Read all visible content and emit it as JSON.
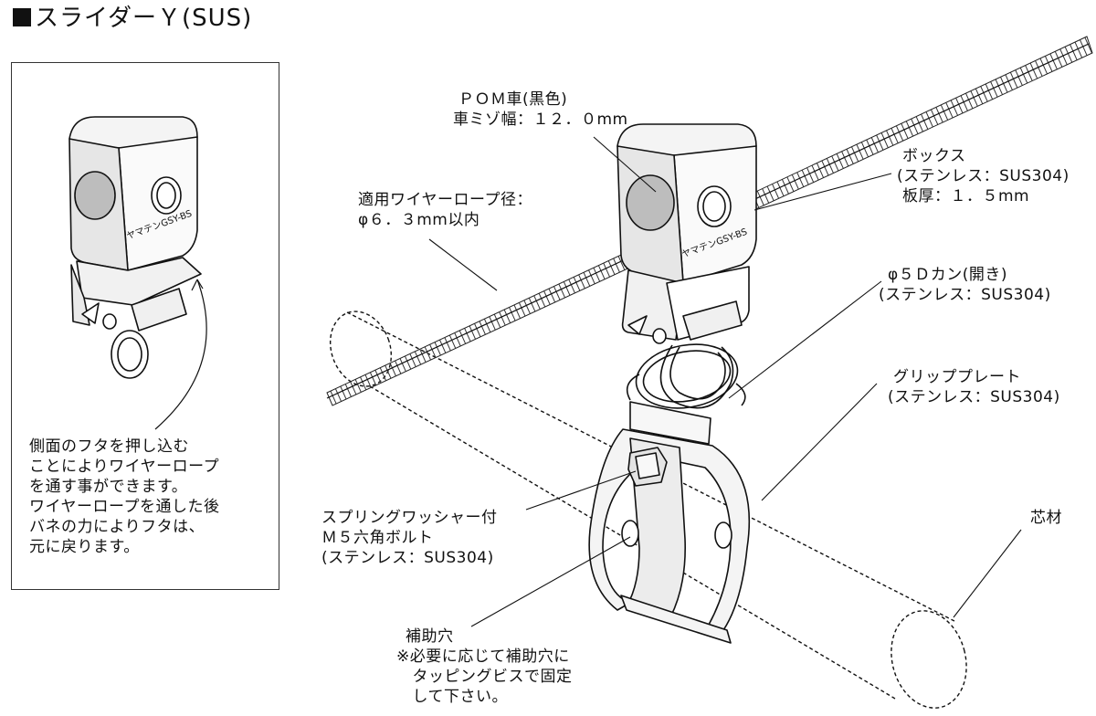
{
  "title": "スライダーＹ(SUS)",
  "inset": {
    "brand_label": "ヤマテンGSY-BS",
    "note_lines": [
      "側面のフタを押し込む",
      "ことによりワイヤーロープ",
      "を通す事ができます。",
      "ワイヤーロープを通した後",
      "バネの力によりフタは、",
      "元に戻ります。"
    ]
  },
  "main": {
    "brand_label": "ヤマテンGSY-BS"
  },
  "callouts": {
    "pom": [
      "ＰＯＭ車(黒色)",
      "車ミゾ幅：１２．０mm"
    ],
    "wire": [
      "適用ワイヤーロープ径：",
      "φ６．３mm以内"
    ],
    "box": [
      "ボックス",
      "(ステンレス：SUS304)",
      "板厚：１．５mm"
    ],
    "kan": [
      "φ５Ｄカン(開き)",
      "(ステンレス：SUS304)"
    ],
    "grip": [
      "グリッププレート",
      "(ステンレス：SUS304)"
    ],
    "bolt": [
      "スプリングワッシャー付",
      "Ｍ５六角ボルト",
      "(ステンレス：SUS304)"
    ],
    "core": [
      "芯材"
    ],
    "hole": [
      "補助穴",
      "※必要に応じて補助穴に",
      "　タッピングビスで固定",
      "　して下さい。"
    ]
  },
  "colors": {
    "line": "#111111",
    "metal": "#f2f2f2",
    "shade": "#cfcfcf",
    "dark": "#8a8a8a"
  }
}
